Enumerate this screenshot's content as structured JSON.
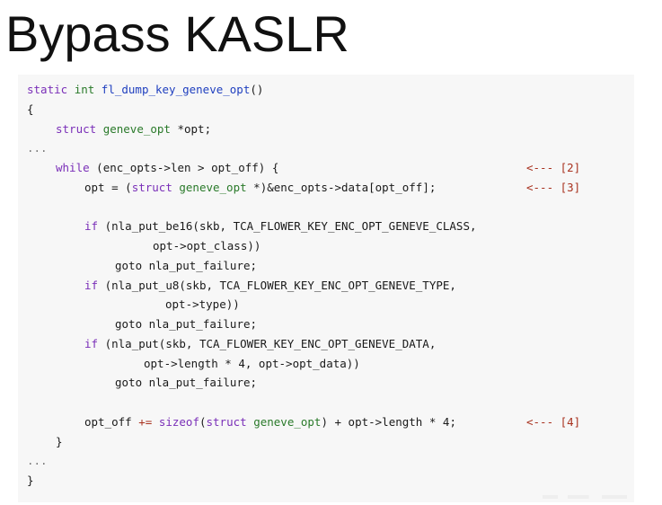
{
  "slide": {
    "title": "Bypass KASLR"
  },
  "code": {
    "func_static": "static",
    "func_int": "int",
    "func_name": "fl_dump_key_geneve_opt",
    "func_parens": "()",
    "open_brace": "{",
    "decl_struct": "struct",
    "decl_type": "geneve_opt",
    "decl_var": "*opt;",
    "ellipsis_1": "...",
    "while_kw": "while",
    "while_cond": "(enc_opts->len > opt_off) {",
    "marker_2": "<--- [2]",
    "assign_lhs": "opt = (",
    "assign_struct": "struct",
    "assign_type": "geneve_opt",
    "assign_rest": "*)&enc_opts->data[opt_off];",
    "marker_3": "<--- [3]",
    "if1_kw": "if",
    "if1_call": "(nla_put_be16(skb, TCA_FLOWER_KEY_ENC_OPT_GENEVE_CLASS,",
    "if1_cont": "opt->opt_class))",
    "goto_1": "goto nla_put_failure;",
    "if2_kw": "if",
    "if2_call": "(nla_put_u8(skb, TCA_FLOWER_KEY_ENC_OPT_GENEVE_TYPE,",
    "if2_cont": "opt->type))",
    "goto_2": "goto nla_put_failure;",
    "if3_kw": "if",
    "if3_call": "(nla_put(skb, TCA_FLOWER_KEY_ENC_OPT_GENEVE_DATA,",
    "if3_cont": "opt->length * 4, opt->opt_data))",
    "goto_3": "goto nla_put_failure;",
    "offset_lhs": "opt_off",
    "offset_op": "+=",
    "offset_sizeof": "sizeof",
    "offset_paren": "(",
    "offset_struct": "struct",
    "offset_type": "geneve_opt",
    "offset_rest": ") + opt->length * 4;",
    "marker_4": "<--- [4]",
    "close_while": "}",
    "ellipsis_2": "...",
    "close_func": "}"
  }
}
